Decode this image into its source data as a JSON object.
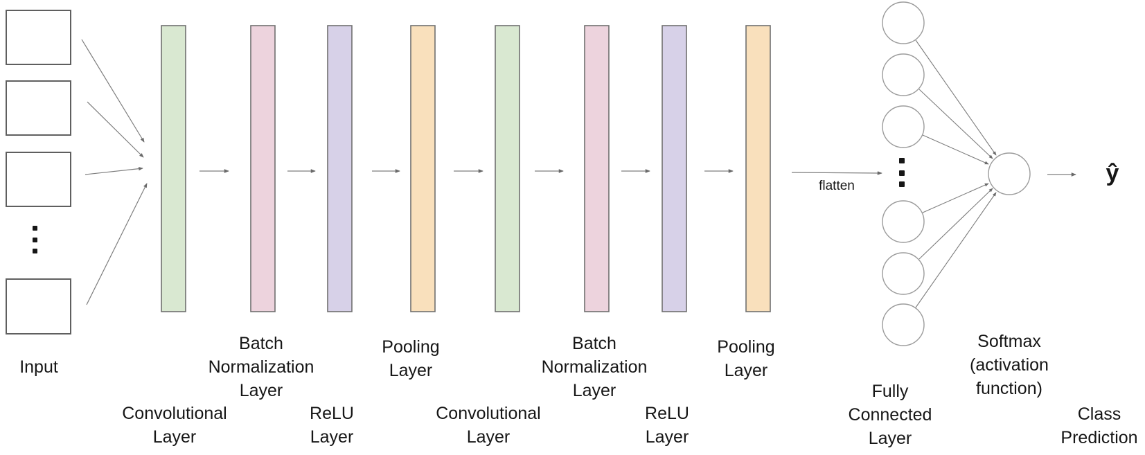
{
  "colors": {
    "background": "#ffffff",
    "conv_layer": "#d9e8d1",
    "batch_norm_layer": "#edd3dd",
    "relu_layer": "#d7d1e8",
    "pooling_layer": "#f9e0bc",
    "shape_outline": "#5f5f5f",
    "bar_outline": "#6f6f6f",
    "neuron_outline": "#9b9b9b",
    "connector": "#7d7d7d",
    "text": "#161616"
  },
  "pipeline": {
    "input": {
      "label": "Input"
    },
    "blocks": [
      {
        "conv": {
          "label": "Convolutional\nLayer"
        },
        "batch_norm": {
          "label": "Batch\nNormalization\nLayer"
        },
        "relu": {
          "label": "ReLU\nLayer"
        },
        "pooling": {
          "label": "Pooling\nLayer"
        }
      },
      {
        "conv": {
          "label": "Convolutional\nLayer"
        },
        "batch_norm": {
          "label": "Batch\nNormalization\nLayer"
        },
        "relu": {
          "label": "ReLU\nLayer"
        },
        "pooling": {
          "label": "Pooling\nLayer"
        }
      }
    ],
    "flatten": {
      "label": "flatten"
    },
    "fully_connected": {
      "label": "Fully\nConnected\nLayer"
    },
    "softmax": {
      "label": "Softmax\n(activation\nfunction)"
    },
    "output": {
      "symbol": "ŷ",
      "label": "Class\nPrediction"
    }
  }
}
